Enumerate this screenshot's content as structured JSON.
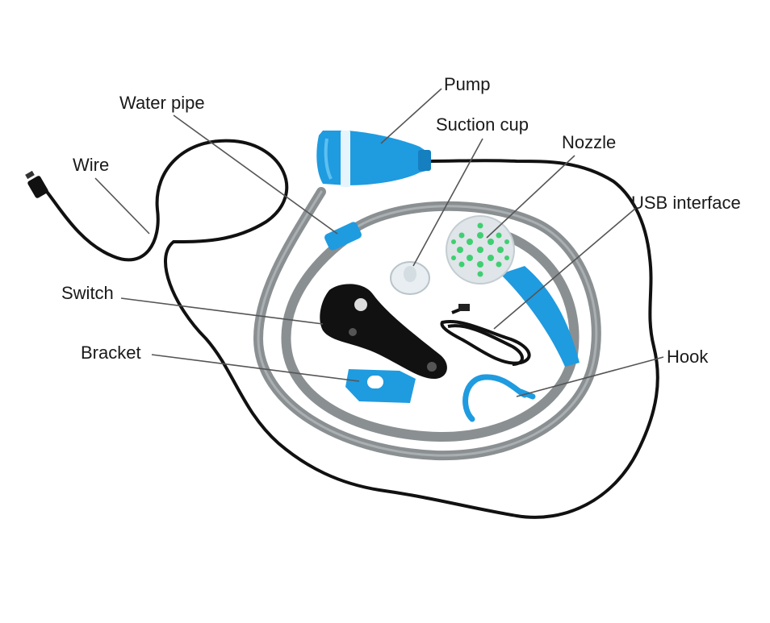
{
  "labels": {
    "pump": "Pump",
    "water_pipe": "Water pipe",
    "suction_cup": "Suction cup",
    "nozzle": "Nozzle",
    "wire": "Wire",
    "usb_interface": "USB interface",
    "switch": "Switch",
    "bracket": "Bracket",
    "hook": "Hook"
  },
  "colors": {
    "part_blue": "#1f9be0",
    "hose_grey": "#8a8f92",
    "wire_black": "#111111",
    "leader_line": "#555555",
    "nozzle_green": "#3fcf72"
  }
}
